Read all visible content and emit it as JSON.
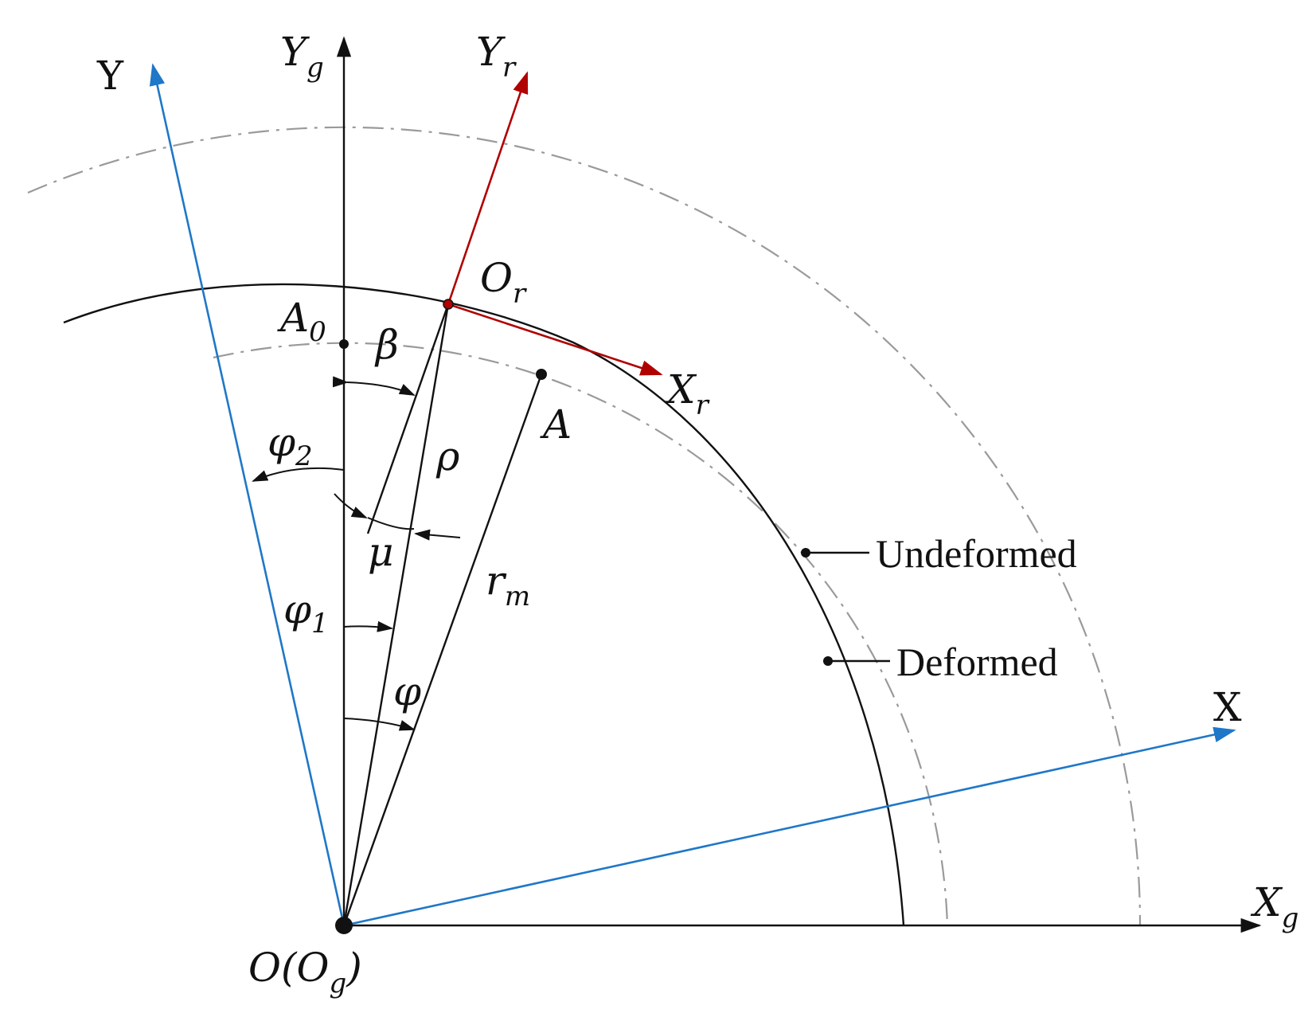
{
  "colors": {
    "black": "#111111",
    "blue": "#1f77c8",
    "red": "#b00000",
    "dash": "#9a9a9a"
  },
  "labels": {
    "origin_main": "O(O",
    "origin_sub": "g",
    "origin_close": ")",
    "yg_main": "Y",
    "yg_sub": "g",
    "xg_main": "X",
    "xg_sub": "g",
    "y_blue": "Y",
    "x_blue": "X",
    "yr_main": "Y",
    "yr_sub": "r",
    "xr_main": "X",
    "xr_sub": "r",
    "or_main": "O",
    "or_sub": "r",
    "a0_main": "A",
    "a0_sub": "0",
    "a": "A",
    "beta": "β",
    "rho": "ρ",
    "mu": "μ",
    "phi": "φ",
    "phi1_main": "φ",
    "phi1_sub": "1",
    "phi2_main": "φ",
    "phi2_sub": "2",
    "rm_main": "r",
    "rm_sub": "m"
  },
  "legend": {
    "undeformed": "Undeformed",
    "deformed": "Deformed"
  }
}
